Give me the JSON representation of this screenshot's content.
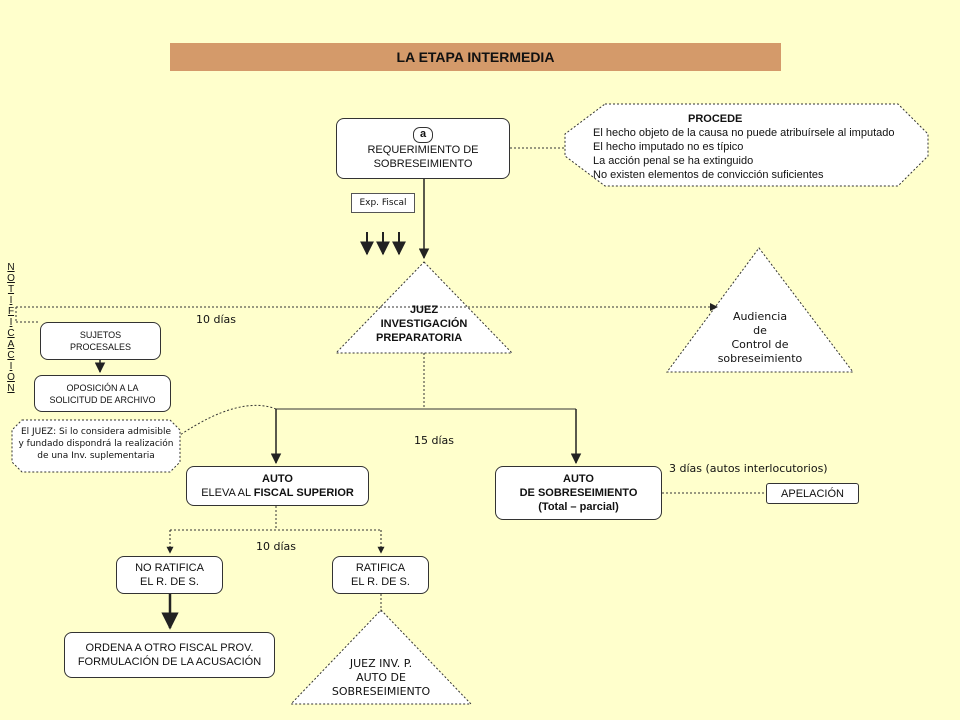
{
  "title": "LA ETAPA INTERMEDIA",
  "requerimiento": {
    "badge": "a",
    "line1": "REQUERIMIENTO  DE",
    "line2": "SOBRESEIMIENTO"
  },
  "procede": {
    "heading": "PROCEDE",
    "items": [
      "El hecho objeto de la causa no puede atribuírsele al imputado",
      "El hecho imputado no es típico",
      "La acción penal se ha extinguido",
      "No existen  elementos de convicción suficientes"
    ]
  },
  "exp_fiscal": "Exp. Fiscal",
  "notificacion": [
    "N",
    "O",
    "T",
    "I",
    "F",
    "I",
    "C",
    "A",
    "C",
    "I",
    "O",
    "N"
  ],
  "juez": {
    "line1": "JUEZ",
    "line2": "INVESTIGACIÓN",
    "line3": "PREPARATORIA"
  },
  "audiencia": {
    "line1": "Audiencia",
    "line2": "de",
    "line3": "Control de",
    "line4": "sobreseimiento"
  },
  "dias_10_a": "10 días",
  "sujetos": {
    "line1": "SUJETOS",
    "line2": "PROCESALES"
  },
  "oposicion": {
    "line1": "OPOSICIÓN A LA",
    "line2": "SOLICITUD DE ARCHIVO"
  },
  "el_juez": {
    "line1": "El JUEZ: Si lo considera admisible",
    "line2": "y fundado dispondrá la realización",
    "line3": "de una Inv. suplementaria"
  },
  "dias_15": "15 días",
  "auto_eleva": {
    "line1": "AUTO",
    "line2a": "ELEVA AL ",
    "line2b": "FISCAL  SUPERIOR"
  },
  "auto_sobreseimiento": {
    "line1": "AUTO",
    "line2": "DE SOBRESEIMIENTO",
    "line3": "(Total – parcial)"
  },
  "dias_3": "3 días (autos interlocutorios)",
  "apelacion": "APELACIÓN",
  "dias_10_b": "10 días",
  "no_ratifica": {
    "line1": "NO RATIFICA",
    "line2": "EL R. DE S."
  },
  "ratifica": {
    "line1": "RATIFICA",
    "line2": "EL R. DE S."
  },
  "ordena": {
    "line1": "ORDENA A OTRO FISCAL PROV.",
    "line2": "FORMULACIÓN DE LA ACUSACIÓN"
  },
  "juez_inv": {
    "line1": "JUEZ INV. P.",
    "line2": "AUTO DE",
    "line3": "SOBRESEIMIENTO"
  },
  "colors": {
    "background": "#FFFFCC",
    "title_bar": "#D49A6A",
    "box": "#FFFFFF",
    "line": "#333333"
  }
}
